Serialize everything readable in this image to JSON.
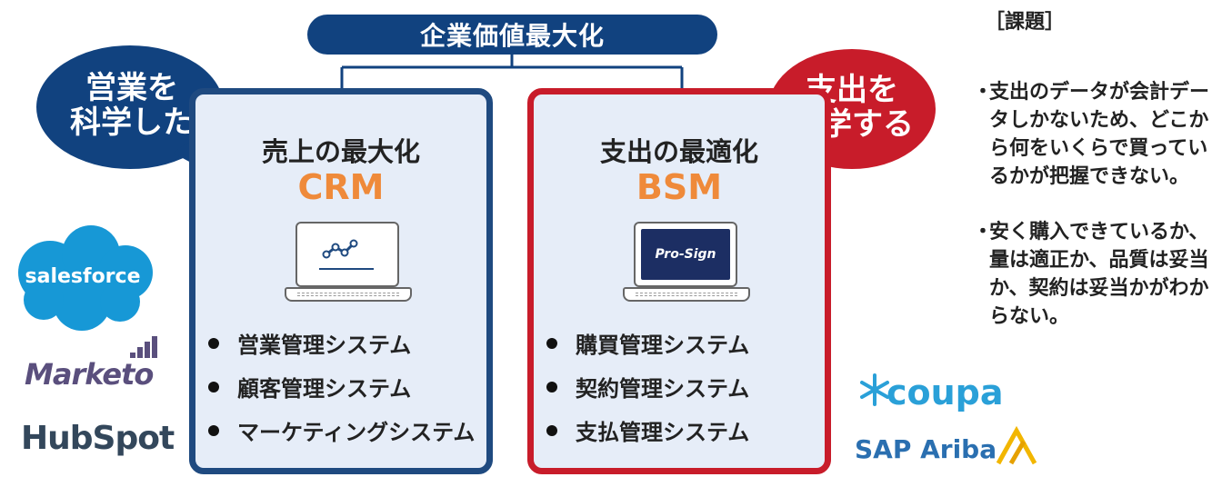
{
  "banner": {
    "title": "企業価値最大化"
  },
  "left_bubble": {
    "line1": "営業を",
    "line2": "科学した"
  },
  "right_bubble": {
    "line1": "支出を",
    "line2": "科学する"
  },
  "left_panel": {
    "title": "売上の最大化",
    "acronym": "CRM",
    "items": [
      "営業管理システム",
      "顧客管理システム",
      "マーケティングシステム"
    ]
  },
  "right_panel": {
    "title": "支出の最適化",
    "acronym": "BSM",
    "screen_logo": "Pro-Sign",
    "items": [
      "購買管理システム",
      "契約管理システム",
      "支払管理システム"
    ]
  },
  "left_logos": {
    "salesforce": "salesforce",
    "marketo": "Marketo",
    "hubspot": "HubSpot"
  },
  "right_logos": {
    "coupa": "coupa",
    "ariba": "SAP Ariba"
  },
  "issues": {
    "heading": "［課題］",
    "items": [
      "支出のデータが会計データしかないため、どこから何をいくらで買っているかが把握できない。",
      "安く購入できているか、量は適正か、品質は妥当か、契約は妥当かがわからない。"
    ]
  },
  "colors": {
    "navy": "#11427f",
    "red": "#c81c2a",
    "orange": "#ef8a3a",
    "panel_bg": "#e6edf8"
  }
}
